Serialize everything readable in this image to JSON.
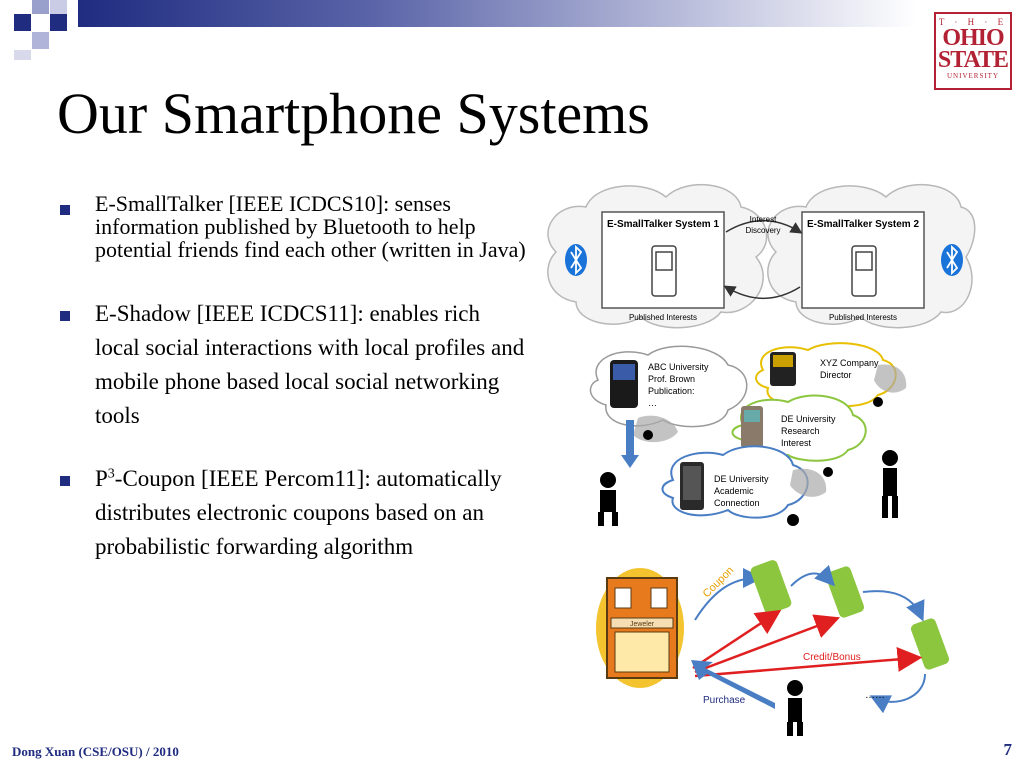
{
  "slide": {
    "title": "Our Smartphone Systems",
    "logo": {
      "line1": "T · H · E",
      "line2": "OHIO",
      "line3": "STATE",
      "line4": "UNIVERSITY"
    },
    "footer": "Dong Xuan (CSE/OSU) / 2010",
    "page_number": "7"
  },
  "bullets": [
    {
      "text": "E-SmallTalker [IEEE ICDCS10]: senses information published by Bluetooth to help potential friends find each other (written in Java)"
    },
    {
      "text": "E-Shadow [IEEE ICDCS11]: enables rich local social interactions with local profiles and mobile phone based local social networking tools"
    },
    {
      "text_pre": "P",
      "sup": "3",
      "text_post": "-Coupon [IEEE Percom11]: automatically distributes electronic coupons based on an probabilistic forwarding algorithm"
    }
  ],
  "fig1": {
    "system1": "E-SmallTalker System 1",
    "system2": "E-SmallTalker System 2",
    "interest_line1": "Interest",
    "interest_line2": "Discovery",
    "published1": "Published Interests",
    "published2": "Published Interests"
  },
  "fig2": {
    "abc": [
      "ABC University",
      "Prof. Brown",
      "Publication:",
      "…"
    ],
    "xyz": [
      "XYZ Company",
      "Director"
    ],
    "de_research": [
      "DE University",
      "Research",
      "Interest"
    ],
    "de_academic": [
      "DE University",
      "Academic",
      "Connection"
    ]
  },
  "fig3": {
    "store_sign": "Jeweler",
    "coupon": "Coupon",
    "credit": "Credit/Bonus",
    "purchase": "Purchase",
    "dots": "……"
  },
  "colors": {
    "accent": "#1f2c80",
    "osu_red": "#b22234",
    "bluetooth": "#1a73d9",
    "arrow_blue": "#4a7ec4",
    "arrow_red": "#e02020",
    "cloud_fill": "#f4f4f4",
    "phone_green": "#8cc63f"
  }
}
